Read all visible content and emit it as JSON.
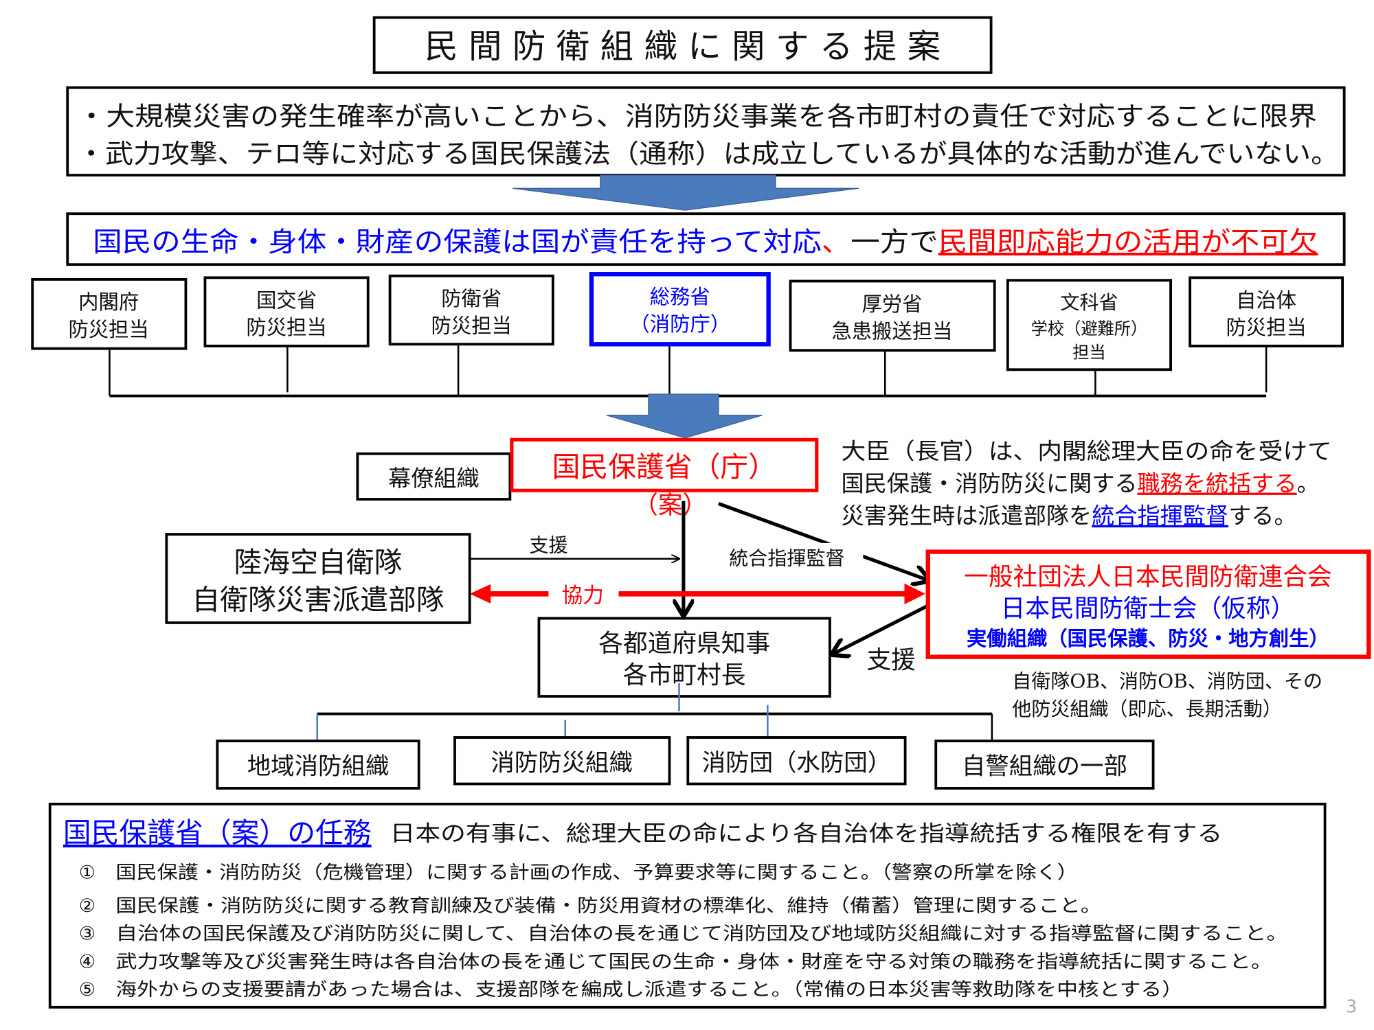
{
  "title": "民 間 防 衛 組 織 に 関 す る 提 案",
  "background": {
    "line1": "・大規模災害の発生確率が高いことから、消防防災事業を各市町村の責任で対応することに限界",
    "line2": "・武力攻撃、テロ等に対応する国民保護法（通称）は成立しているが具体的な活動が進んでいない。"
  },
  "principle": {
    "part1": "国民の生命・身体・財産の保護は国が責任を持って対応",
    "part2": "、",
    "part3": "一方で",
    "part4": "民間即応能力の活用が不可欠"
  },
  "ministries": [
    {
      "line1": "内閣府",
      "line2": "防災担当"
    },
    {
      "line1": "国交省",
      "line2": "防災担当"
    },
    {
      "line1": "防衛省",
      "line2": "防災担当"
    },
    {
      "line1": "総務省",
      "line2": "（消防庁）"
    },
    {
      "line1": "厚労省",
      "line2": "急患搬送担当"
    },
    {
      "line1": "文科省",
      "line2": "学校（避難所）",
      "line3": "担当"
    },
    {
      "line1": "自治体",
      "line2": "防災担当"
    }
  ],
  "staff_org": "幕僚組織",
  "ministry_proposal": {
    "name": "国民保護省（庁）",
    "note": "（案）"
  },
  "minister_note": {
    "line1": "大臣（長官）は、内閣総理大臣の命を受けて",
    "line2a": "国民保護・消防防災に関する",
    "line2b": "職務を統括する",
    "line2c": "。",
    "line3a": "災害発生時は派遣部隊を",
    "line3b": "統合指揮監督",
    "line3c": "する。"
  },
  "sdf": {
    "line1": "陸海空自衛隊",
    "line2": "自衛隊災害派遣部隊"
  },
  "labels": {
    "support1": "支援",
    "command": "統合指揮監督",
    "cooperation": "協力",
    "support2": "支援"
  },
  "association": {
    "line1": "一般社団法人日本民間防衛連合会",
    "line2": "日本民間防衛士会（仮称）",
    "line3": "実働組織（国民保護、防災・地方創生）"
  },
  "association_note": {
    "line1": "自衛隊OB、消防OB、消防団、その",
    "line2": "他防災組織（即応、長期活動）"
  },
  "governors": {
    "line1": "各都道府県知事",
    "line2": "各市町村長"
  },
  "local_orgs": [
    "地域消防組織",
    "消防防災組織",
    "消防団（水防団）",
    "自警組織の一部"
  ],
  "duties": {
    "heading": "国民保護省（案）の任務",
    "subheading": "日本の有事に、総理大臣の命により各自治体を指導統括する権限を有する",
    "items": [
      {
        "num": "①",
        "text": "国民保護・消防防災（危機管理）に関する計画の作成、予算要求等に関すること。（警察の所掌を除く）"
      },
      {
        "num": "②",
        "text": "国民保護・消防防災に関する教育訓練及び装備・防災用資材の標準化、維持（備蓄）管理に関すること。"
      },
      {
        "num": "③",
        "text": "自治体の国民保護及び消防防災に関して、自治体の長を通じて消防団及び地域防災組織に対する指導監督に関すること。"
      },
      {
        "num": "④",
        "text": "武力攻撃等及び災害発生時は各自治体の長を通じて国民の生命・身体・財産を守る対策の職務を指導統括に関すること。"
      },
      {
        "num": "⑤",
        "text": "海外からの支援要請があった場合は、支援部隊を編成し派遣すること。（常備の日本災害等救助隊を中核とする）"
      }
    ]
  },
  "page_number": "3",
  "colors": {
    "red": "#ff0000",
    "blue": "#0000ff",
    "arrow_blue": "#4a7bbd"
  }
}
